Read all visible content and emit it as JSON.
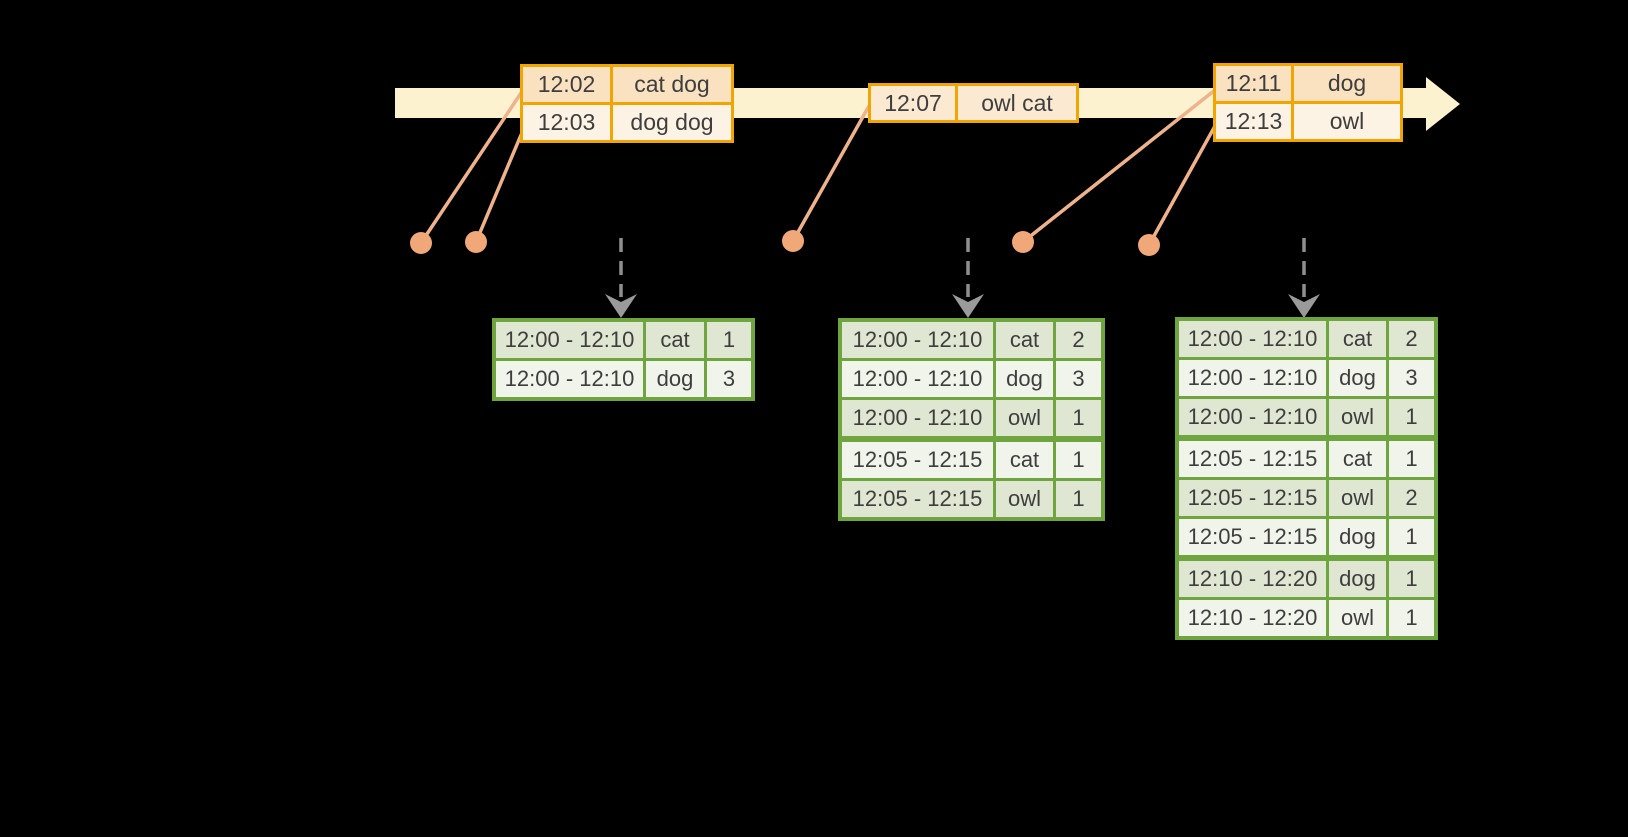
{
  "diagram": {
    "event_tables": [
      {
        "id": "events-1",
        "rows": [
          {
            "time": "12:02",
            "words": "cat dog"
          },
          {
            "time": "12:03",
            "words": "dog dog"
          }
        ]
      },
      {
        "id": "events-2",
        "rows": [
          {
            "time": "12:07",
            "words": "owl cat"
          }
        ]
      },
      {
        "id": "events-3",
        "rows": [
          {
            "time": "12:11",
            "words": "dog"
          },
          {
            "time": "12:13",
            "words": "owl"
          }
        ]
      }
    ],
    "result_tables": [
      {
        "id": "result-1",
        "rows": [
          {
            "window": "12:00 - 12:10",
            "word": "cat",
            "count": "1"
          },
          {
            "window": "12:00 - 12:10",
            "word": "dog",
            "count": "3"
          }
        ]
      },
      {
        "id": "result-2",
        "rows": [
          {
            "window": "12:00 - 12:10",
            "word": "cat",
            "count": "2"
          },
          {
            "window": "12:00 - 12:10",
            "word": "dog",
            "count": "3"
          },
          {
            "window": "12:00 - 12:10",
            "word": "owl",
            "count": "1"
          },
          {
            "window": "12:05 - 12:15",
            "word": "cat",
            "count": "1"
          },
          {
            "window": "12:05 - 12:15",
            "word": "owl",
            "count": "1"
          }
        ]
      },
      {
        "id": "result-3",
        "rows": [
          {
            "window": "12:00 - 12:10",
            "word": "cat",
            "count": "2"
          },
          {
            "window": "12:00 - 12:10",
            "word": "dog",
            "count": "3"
          },
          {
            "window": "12:00 - 12:10",
            "word": "owl",
            "count": "1"
          },
          {
            "window": "12:05 - 12:15",
            "word": "cat",
            "count": "1"
          },
          {
            "window": "12:05 - 12:15",
            "word": "owl",
            "count": "2"
          },
          {
            "window": "12:05 - 12:15",
            "word": "dog",
            "count": "1"
          },
          {
            "window": "12:10 - 12:20",
            "word": "dog",
            "count": "1"
          },
          {
            "window": "12:10 - 12:20",
            "word": "owl",
            "count": "1"
          }
        ]
      }
    ],
    "colors": {
      "background": "#000000",
      "timeline_band": "#fdf2cf",
      "event_border": "#f0a500",
      "event_row_peach": "#fae2c0",
      "event_row_cream": "#fdf3e4",
      "event_row_single": "#fbe9d2",
      "marker_dot": "#f0a878",
      "connector_line": "#eeb38c",
      "trigger_arrow": "#8f8f8f",
      "result_border": "#6ea53f",
      "result_row_dark": "#dfe7d2",
      "result_row_light": "#f0f4ea",
      "text": "#3e3e3e"
    }
  }
}
